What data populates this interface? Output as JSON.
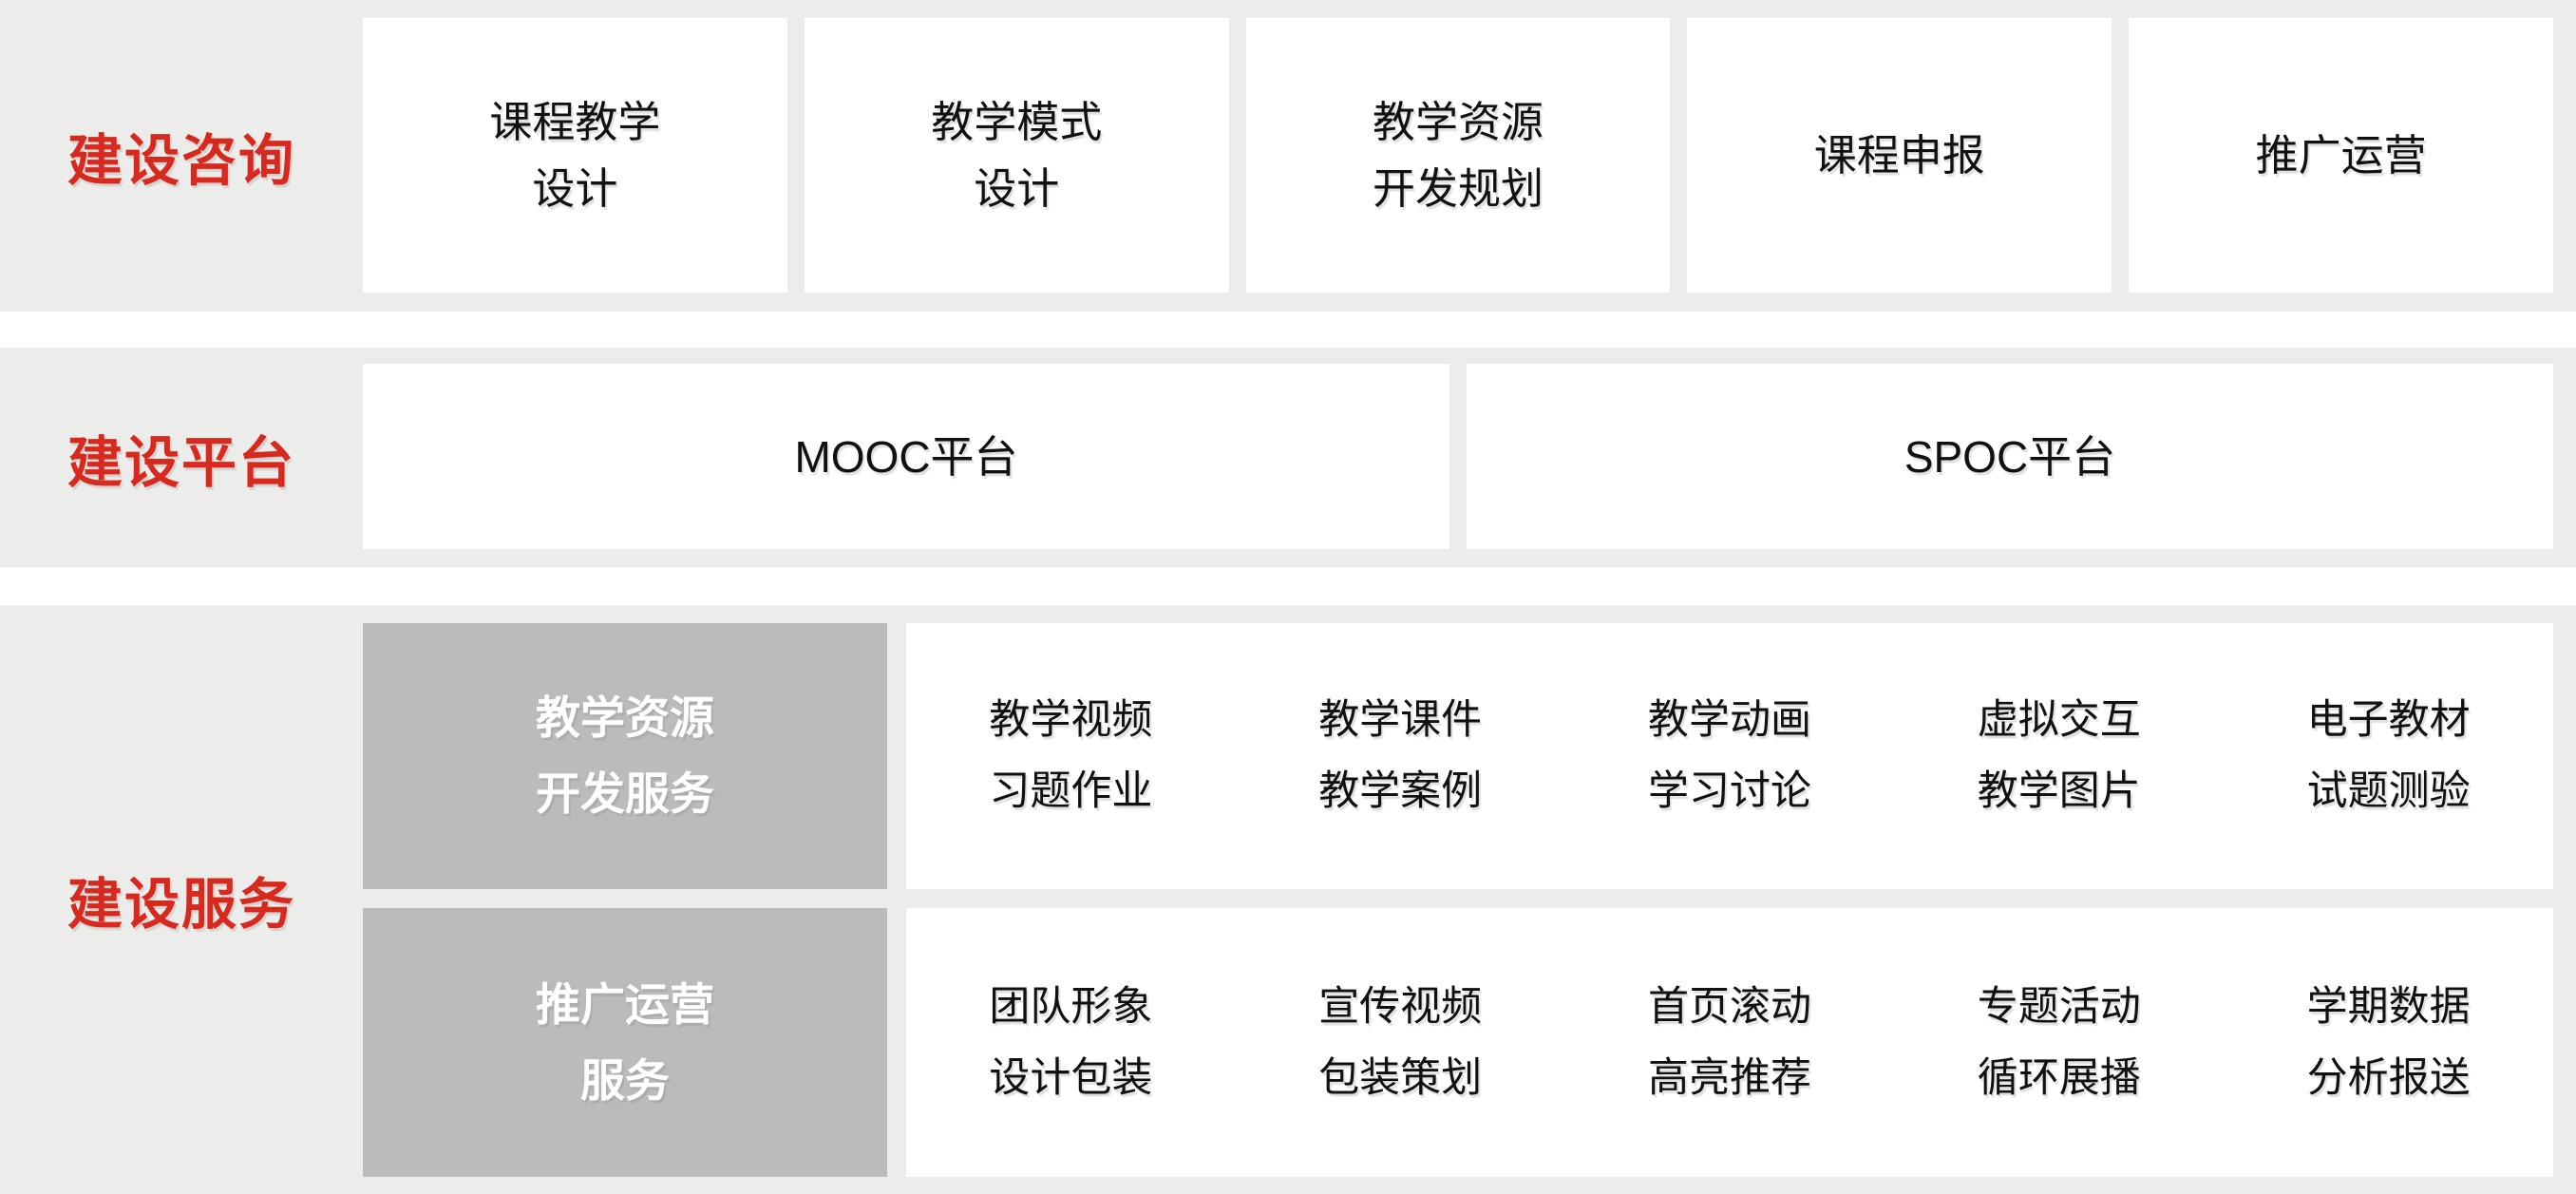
{
  "colors": {
    "strip_background": "#ececea",
    "box_background": "#ffffff",
    "service_header_background": "#bbbbbb",
    "label_red": "#d8291f",
    "text_black": "#111111",
    "service_header_text": "#ffffff"
  },
  "consulting": {
    "label": "建设咨询",
    "boxes": [
      {
        "line1": "课程教学",
        "line2": "设计"
      },
      {
        "line1": "教学模式",
        "line2": "设计"
      },
      {
        "line1": "教学资源",
        "line2": "开发规划"
      },
      {
        "line1": "课程申报",
        "line2": ""
      },
      {
        "line1": "推广运营",
        "line2": ""
      }
    ]
  },
  "platform": {
    "label": "建设平台",
    "boxes": [
      {
        "name": "MOOC平台"
      },
      {
        "name": "SPOC平台"
      }
    ]
  },
  "service": {
    "label": "建设服务",
    "rows": [
      {
        "header_line1": "教学资源",
        "header_line2": "开发服务",
        "items": [
          {
            "line1": "教学视频",
            "line2": "习题作业"
          },
          {
            "line1": "教学课件",
            "line2": "教学案例"
          },
          {
            "line1": "教学动画",
            "line2": "学习讨论"
          },
          {
            "line1": "虚拟交互",
            "line2": "教学图片"
          },
          {
            "line1": "电子教材",
            "line2": "试题测验"
          }
        ]
      },
      {
        "header_line1": "推广运营",
        "header_line2": "服务",
        "items": [
          {
            "line1": "团队形象",
            "line2": "设计包装"
          },
          {
            "line1": "宣传视频",
            "line2": "包装策划"
          },
          {
            "line1": "首页滚动",
            "line2": "高亮推荐"
          },
          {
            "line1": "专题活动",
            "line2": "循环展播"
          },
          {
            "line1": "学期数据",
            "line2": "分析报送"
          }
        ]
      }
    ]
  }
}
